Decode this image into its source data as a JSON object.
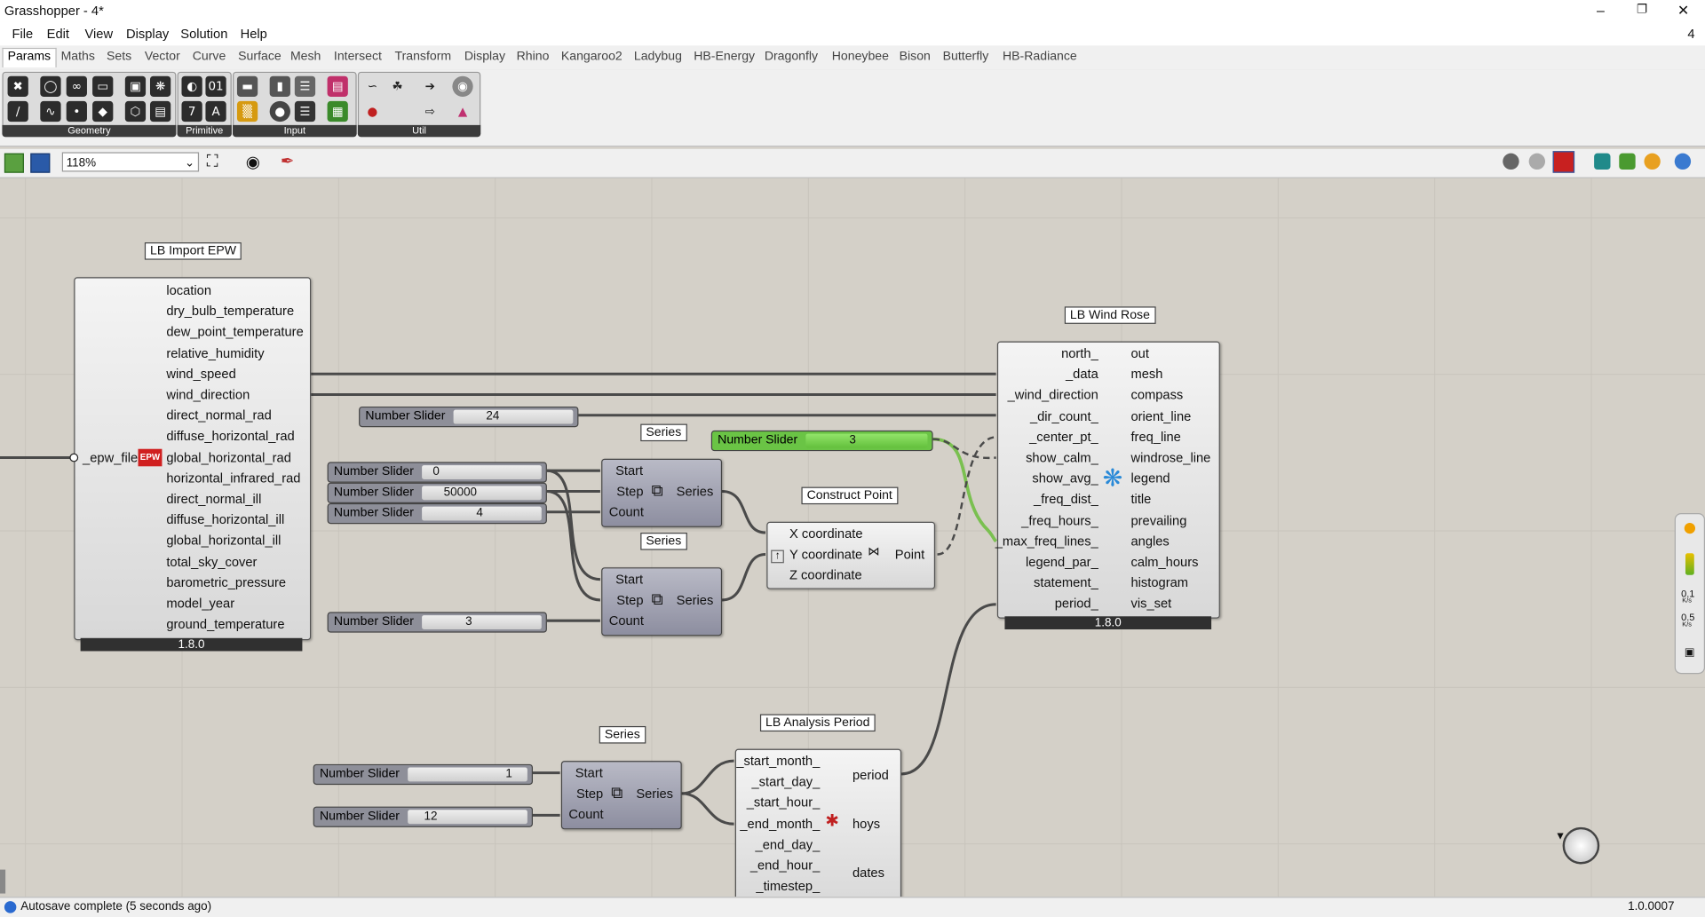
{
  "window": {
    "title": "Grasshopper - 4*",
    "doc_number": "4"
  },
  "menu": [
    "File",
    "Edit",
    "View",
    "Display",
    "Solution",
    "Help"
  ],
  "tabs": [
    "Params",
    "Maths",
    "Sets",
    "Vector",
    "Curve",
    "Surface",
    "Mesh",
    "Intersect",
    "Transform",
    "Display",
    "Rhino",
    "Kangaroo2",
    "Ladybug",
    "HB-Energy",
    "Dragonfly",
    "Honeybee",
    "Bison",
    "Butterfly",
    "HB-Radiance"
  ],
  "ribbon_groups": [
    "Geometry",
    "Primitive",
    "Input",
    "Util"
  ],
  "toolbar": {
    "zoom": "118%"
  },
  "components": {
    "import_epw": {
      "title": "LB Import EPW",
      "input": "_epw_file",
      "icon_text": "EPW",
      "outputs": [
        "location",
        "dry_bulb_temperature",
        "dew_point_temperature",
        "relative_humidity",
        "wind_speed",
        "wind_direction",
        "direct_normal_rad",
        "diffuse_horizontal_rad",
        "global_horizontal_rad",
        "horizontal_infrared_rad",
        "direct_normal_ill",
        "diffuse_horizontal_ill",
        "global_horizontal_ill",
        "total_sky_cover",
        "barometric_pressure",
        "model_year",
        "ground_temperature"
      ],
      "version": "1.8.0"
    },
    "wind_rose": {
      "title": "LB Wind Rose",
      "inputs": [
        "north_",
        "_data",
        "_wind_direction",
        "_dir_count_",
        "_center_pt_",
        "show_calm_",
        "show_avg_",
        "_freq_dist_",
        "_freq_hours_",
        "_max_freq_lines_",
        "legend_par_",
        "statement_",
        "period_"
      ],
      "outputs": [
        "out",
        "mesh",
        "compass",
        "orient_line",
        "freq_line",
        "windrose_line",
        "legend",
        "title",
        "prevailing",
        "angles",
        "calm_hours",
        "histogram",
        "vis_set"
      ],
      "version": "1.8.0"
    },
    "series_a": {
      "title": "Series",
      "inputs": [
        "Start",
        "Step",
        "Count"
      ],
      "output": "Series"
    },
    "series_b": {
      "title": "Series",
      "inputs": [
        "Start",
        "Step",
        "Count"
      ],
      "output": "Series"
    },
    "series_c": {
      "title": "Series",
      "inputs": [
        "Start",
        "Step",
        "Count"
      ],
      "output": "Series"
    },
    "construct_point": {
      "title": "Construct Point",
      "inputs": [
        "X coordinate",
        "Y coordinate",
        "Z coordinate"
      ],
      "output": "Point"
    },
    "analysis_period": {
      "title": "LB Analysis Period",
      "inputs": [
        "_start_month_",
        "_start_day_",
        "_start_hour_",
        "_end_month_",
        "_end_day_",
        "_end_hour_",
        "_timestep_"
      ],
      "outputs": [
        "period",
        "hoys",
        "dates"
      ]
    }
  },
  "sliders": [
    {
      "name": "Number Slider",
      "value": "24",
      "level": 0.4
    },
    {
      "name": "Number Slider",
      "value": "3",
      "level": 0.25
    },
    {
      "name": "Number Slider",
      "value": "0",
      "level": 0.0
    },
    {
      "name": "Number Slider",
      "value": "50000",
      "level": 0.5
    },
    {
      "name": "Number Slider",
      "value": "4",
      "level": 0.4
    },
    {
      "name": "Number Slider",
      "value": "3",
      "level": 0.3
    },
    {
      "name": "Number Slider",
      "value": "1",
      "level": 0.9
    },
    {
      "name": "Number Slider",
      "value": "12",
      "level": 0.1
    }
  ],
  "profiler": {
    "v1": "0.1",
    "v2": "0.5",
    "unit": "K/s"
  },
  "status": {
    "message": "Autosave complete (5 seconds ago)",
    "version": "1.0.0007"
  },
  "colors": {
    "canvas": "#d4d0c8",
    "wire": "#4a4a4a",
    "selected": "#6ac445",
    "dark_component": "#8d8ea0"
  }
}
